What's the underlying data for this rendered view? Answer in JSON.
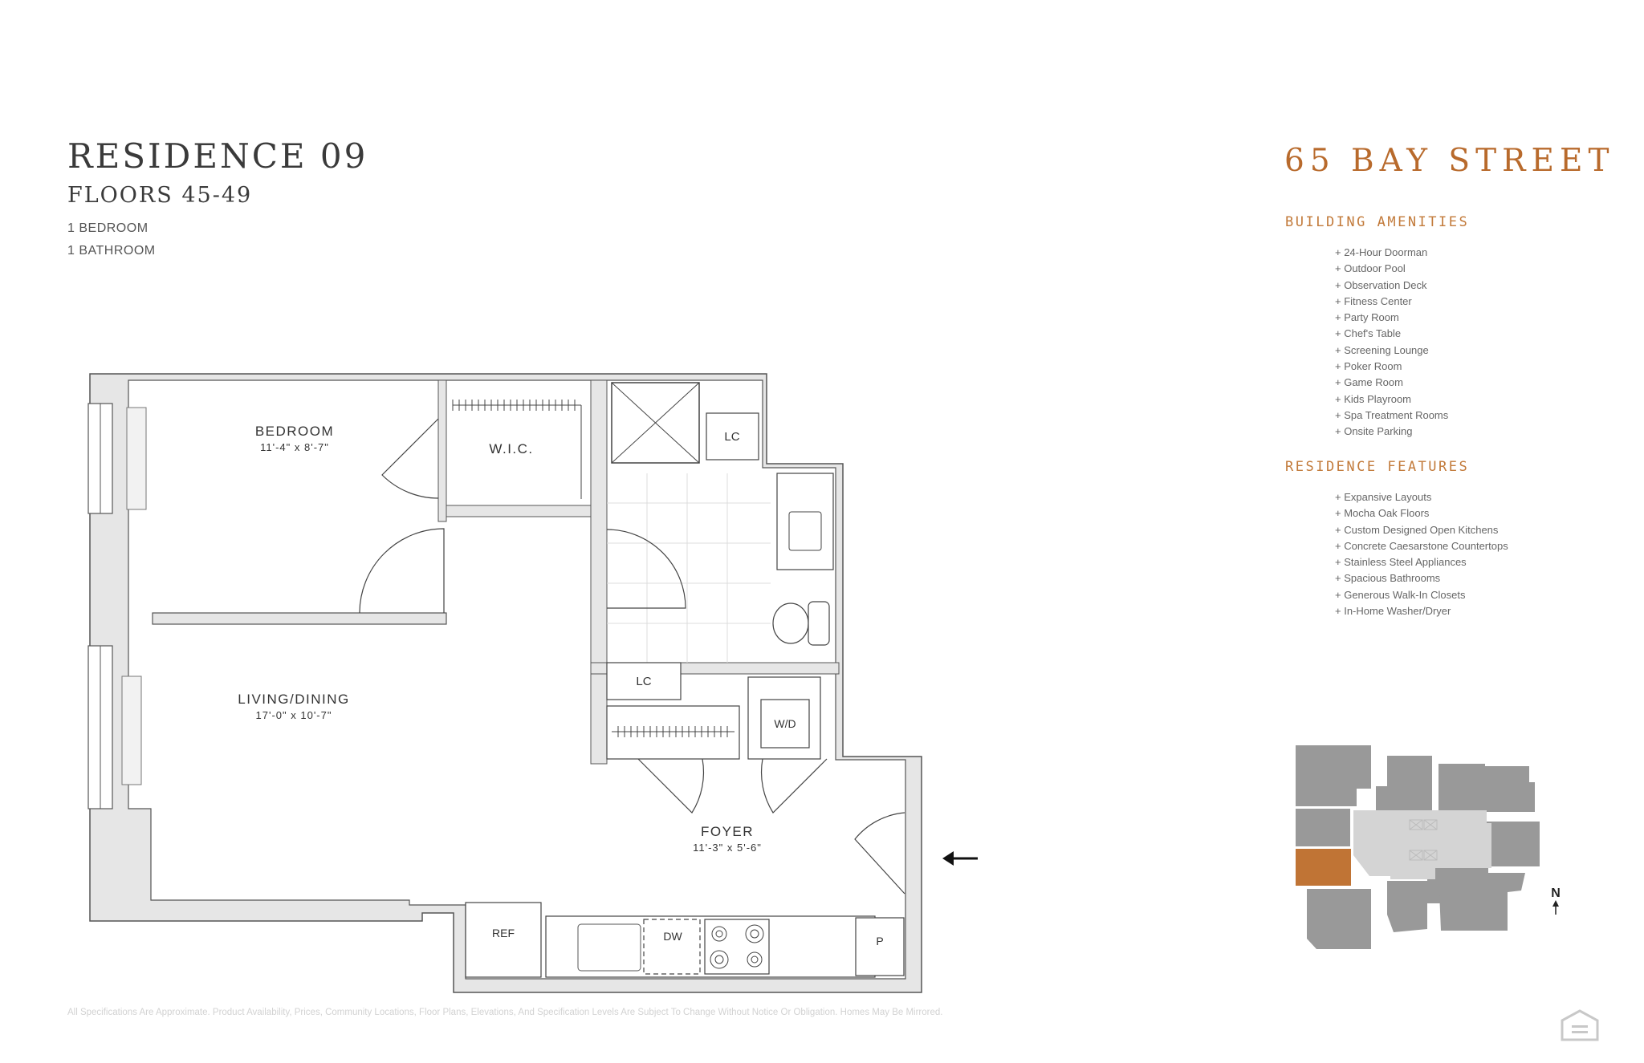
{
  "residence": {
    "title": "RESIDENCE 09",
    "floors": "FLOORS 45-49",
    "bedrooms": "1 BEDROOM",
    "bathrooms": "1 BATHROOM"
  },
  "building": {
    "name": "65 BAY STREET",
    "amenities_heading": "BUILDING AMENITIES",
    "amenities": [
      "+ 24-Hour Doorman",
      "+ Outdoor Pool",
      "+ Observation Deck",
      "+ Fitness Center",
      "+ Party Room",
      "+ Chef's Table",
      "+ Screening Lounge",
      "+ Poker Room",
      "+ Game Room",
      "+ Kids Playroom",
      "+ Spa Treatment Rooms",
      "+ Onsite Parking"
    ],
    "features_heading": "RESIDENCE FEATURES",
    "features": [
      "+ Expansive Layouts",
      "+ Mocha Oak Floors",
      "+ Custom Designed Open Kitchens",
      "+ Concrete Caesarstone Countertops",
      "+ Stainless Steel Appliances",
      "+ Spacious Bathrooms",
      "+ Generous Walk-In Closets",
      "+ In-Home Washer/Dryer"
    ]
  },
  "plan": {
    "bedroom": {
      "name": "BEDROOM",
      "dims": "11'-4\" x 8'-7\""
    },
    "wic": "W.I.C.",
    "lc_top": "LC",
    "lc_bottom": "LC",
    "living": {
      "name": "LIVING/DINING",
      "dims": "17'-0\" x 10'-7\""
    },
    "wd": "W/D",
    "foyer": {
      "name": "FOYER",
      "dims": "11'-3\" x 5'-6\""
    },
    "ref": "REF",
    "dw": "DW",
    "pantry": "P"
  },
  "keyplan": {
    "north": "N"
  },
  "colors": {
    "accent": "#b86a2c",
    "wall": "#e6e6e6",
    "keyplan_unit": "#c07435",
    "keyplan_block": "#999999",
    "keyplan_core": "#d4d4d4"
  },
  "icons": [
    "entry-arrow-icon",
    "north-arrow-icon",
    "equal-housing-icon"
  ],
  "disclaimer": "All Specifications Are Approximate. Product Availability, Prices, Community Locations, Floor Plans, Elevations, And Specification Levels Are Subject To Change Without Notice Or Obligation. Homes May Be Mirrored."
}
